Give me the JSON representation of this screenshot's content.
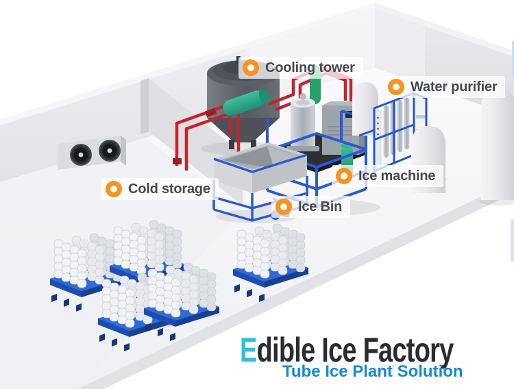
{
  "callouts": [
    {
      "label": "Cooling tower"
    },
    {
      "label": "Water purifier"
    },
    {
      "label": "Cold storage"
    },
    {
      "label": "Ice machine"
    },
    {
      "label": "Ice Bin"
    }
  ],
  "branding": {
    "title_highlight": "E",
    "title_rest": "dible Ice Factory",
    "subtitle": "Tube Ice Plant Solution"
  },
  "colors": {
    "marker_orange": "#F7941D",
    "title_dark": "#2B2B33",
    "title_highlight_cyan": "#29C1DE",
    "subtitle_blue": "#1588D9",
    "frame_blue": "#2456CC",
    "pipe_red": "#C4242B",
    "pallet_blue": "#2F6BD4",
    "machine_teal": "#2AA98C",
    "wall_gray": "#E8E8EC"
  }
}
